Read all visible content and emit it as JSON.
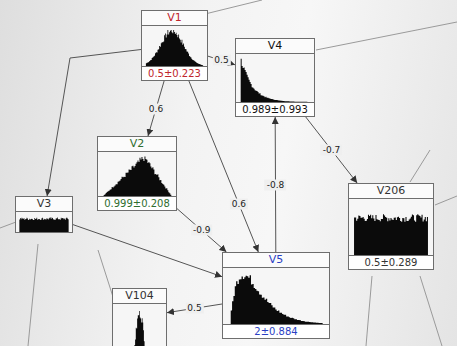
{
  "diagram": {
    "nodes": [
      {
        "text": [
          "V1",
          "0.5±0.223"
        ]
      },
      {
        "text": [
          "V4",
          "0.989±0.993"
        ]
      },
      {
        "text": [
          "V2",
          "0.999±0.208"
        ]
      },
      {
        "text": [
          "V3"
        ]
      },
      {
        "text": [
          "V206",
          "0.5±0.289"
        ]
      },
      {
        "text": [
          "V5",
          "2±0.884"
        ]
      },
      {
        "text": [
          "V104"
        ]
      }
    ],
    "edges": [
      {
        "from": 0,
        "to": 1,
        "arrow": "to",
        "label": "0.5"
      },
      {
        "from": 0,
        "to": 2,
        "arrow": "to",
        "label": "0.6"
      },
      {
        "from": 0,
        "to": 5,
        "arrow": "to",
        "label": "0.6"
      },
      {
        "from": 2,
        "to": 5,
        "arrow": "to",
        "label": "-0.9"
      },
      {
        "from": 5,
        "to": 1,
        "arrow": "to",
        "label": "-0.8"
      },
      {
        "from": 1,
        "to": 4,
        "arrow": "to",
        "label": "-0.7"
      },
      {
        "from": 5,
        "to": 6,
        "arrow": "to",
        "label": "0.5"
      },
      {
        "from": 0,
        "to": 3,
        "arrow": "to"
      },
      {
        "from": 3,
        "to": 5,
        "arrow": "to"
      }
    ]
  }
}
